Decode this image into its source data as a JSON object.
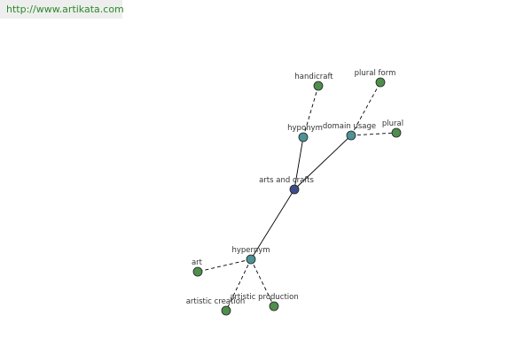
{
  "header": {
    "url": "http://www.artikata.com"
  },
  "colors": {
    "center": "#3d4c8a",
    "relation": "#4d9295",
    "leaf": "#4f8e4c",
    "url_text": "#2b8a2b",
    "url_bg": "#eeeeee"
  },
  "graph": {
    "center": {
      "label": "arts and crafts"
    },
    "relations": [
      {
        "label": "hyponym",
        "terms": [
          "handicraft"
        ]
      },
      {
        "label": "domain usage",
        "terms": [
          "plural form",
          "plural"
        ]
      },
      {
        "label": "hypernym",
        "terms": [
          "art",
          "artistic creation",
          "artistic production"
        ]
      }
    ]
  }
}
